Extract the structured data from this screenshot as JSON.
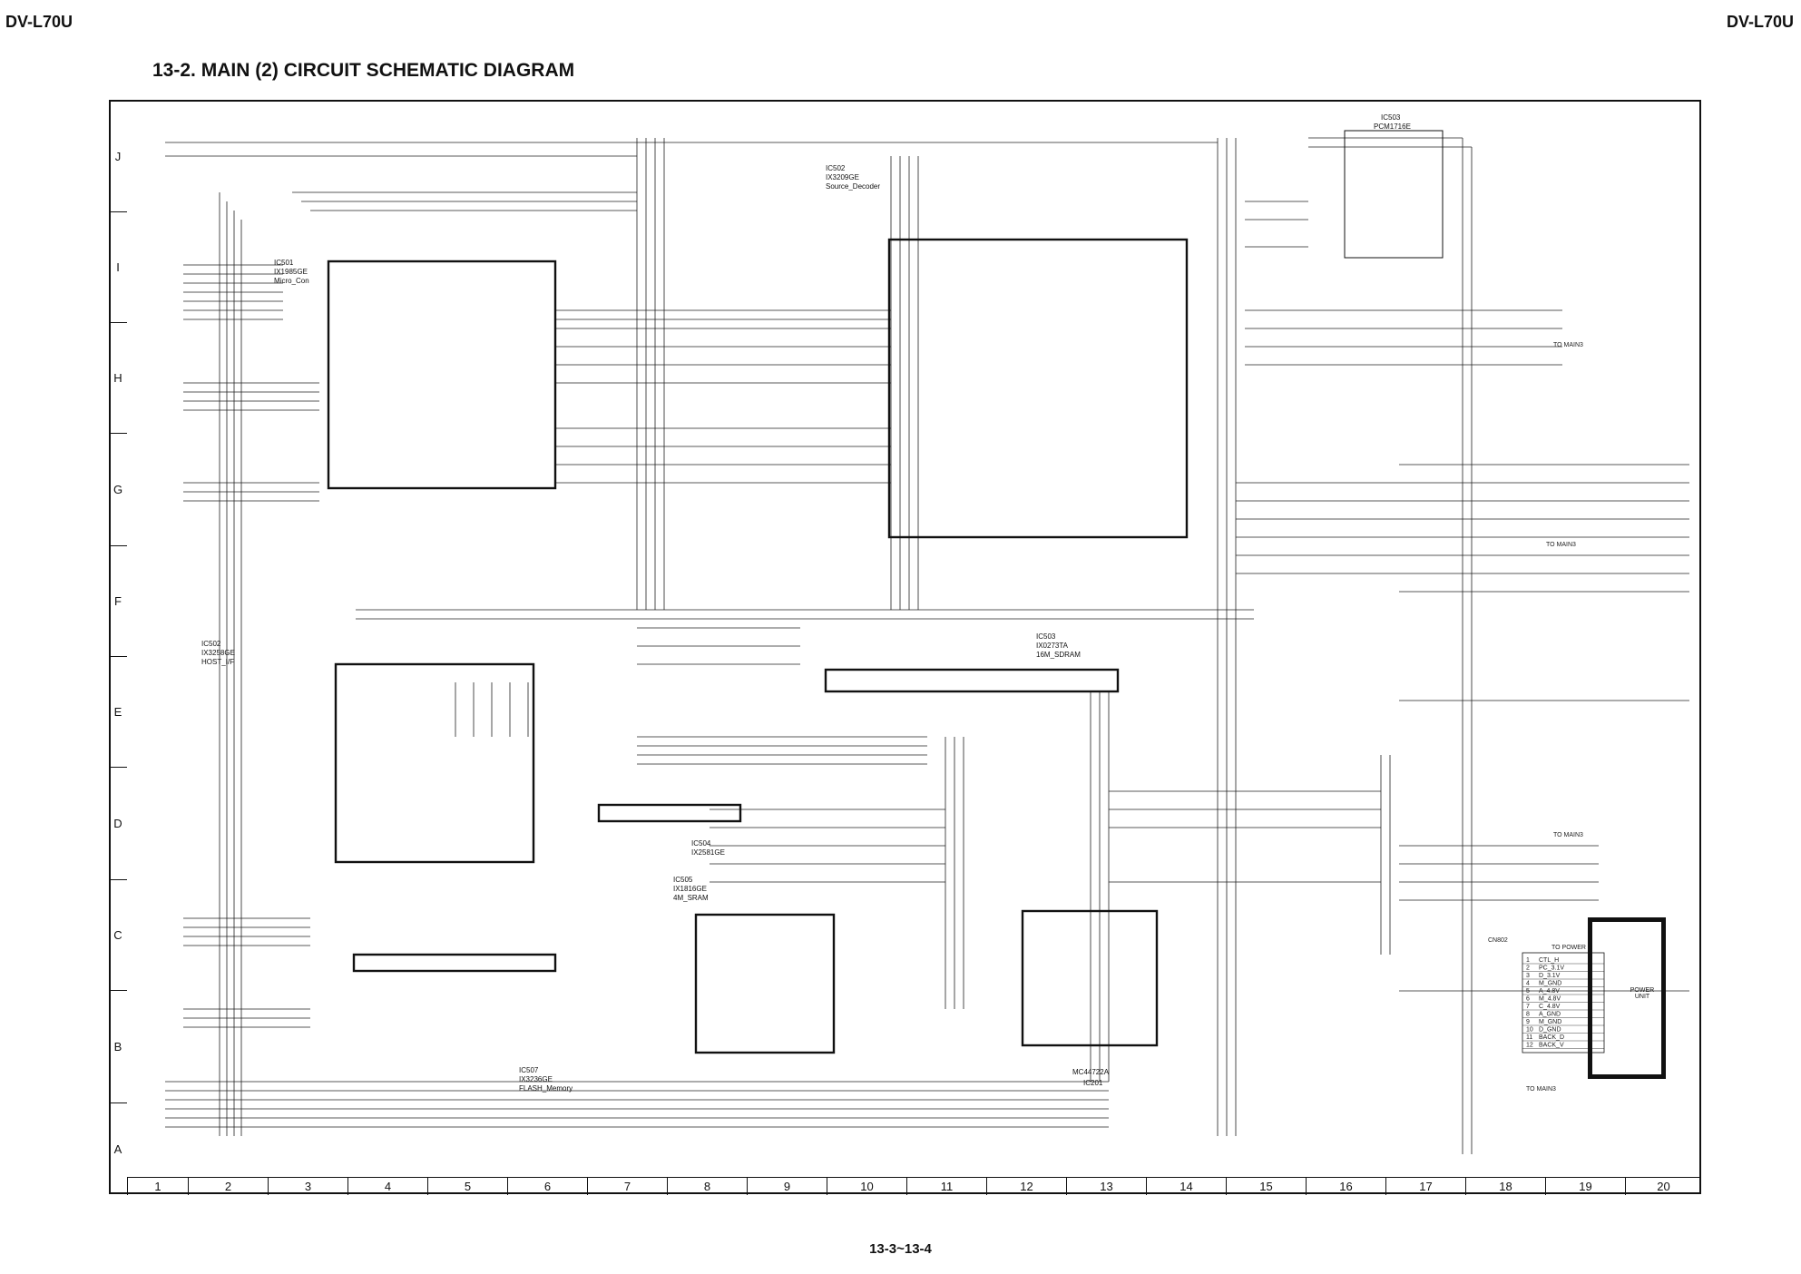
{
  "header": {
    "left": "DV-L70U",
    "right": "DV-L70U"
  },
  "title": "13-2. MAIN (2) CIRCUIT SCHEMATIC DIAGRAM",
  "footer": "13-3~13-4",
  "grid": {
    "rows": [
      "J",
      "I",
      "H",
      "G",
      "F",
      "E",
      "D",
      "C",
      "B",
      "A"
    ],
    "columns": [
      "1",
      "2",
      "3",
      "4",
      "5",
      "6",
      "7",
      "8",
      "9",
      "10",
      "11",
      "12",
      "13",
      "14",
      "15",
      "16",
      "17",
      "18",
      "19",
      "20"
    ]
  },
  "components": [
    {
      "id": "ic501",
      "ref": "IC501",
      "part": "IX1985GE",
      "desc": "Micro_Con"
    },
    {
      "id": "ic502",
      "ref": "IC502",
      "part": "IX3209GE",
      "desc": "Source_Decoder"
    },
    {
      "id": "ic503",
      "ref": "IC503",
      "part": "PCM1716E"
    },
    {
      "id": "ic502b",
      "ref": "IC502",
      "part": "IX3258GE",
      "desc": "HOST_I/F"
    },
    {
      "id": "ic503b",
      "ref": "IC503",
      "part": "IX0273TA",
      "desc": "16M_SDRAM"
    },
    {
      "id": "ic504",
      "ref": "IC504",
      "part": "IX2581GE"
    },
    {
      "id": "ic505",
      "ref": "IC505",
      "part": "IX1816GE",
      "desc": "4M_SRAM"
    },
    {
      "id": "ic201",
      "ref": "IC201",
      "part": "MC44722A"
    },
    {
      "id": "ic507",
      "ref": "IC507",
      "part": "IX3236GE",
      "desc": "FLASH_Memory"
    }
  ],
  "connectors": [
    {
      "id": "main3-top",
      "label": "TO MAIN3"
    },
    {
      "id": "main3-mid",
      "label": "TO MAIN3"
    },
    {
      "id": "main3-low",
      "label": "TO MAIN3"
    },
    {
      "id": "main3-bottom",
      "label": "TO MAIN3"
    },
    {
      "id": "power",
      "label": "TO POWER"
    }
  ],
  "power_connector": {
    "ref": "CN802",
    "title": "TO POWER",
    "unit": "POWER UNIT",
    "pins": [
      {
        "n": "1",
        "sig": "CTL_H"
      },
      {
        "n": "2",
        "sig": "PC_3.1V"
      },
      {
        "n": "3",
        "sig": "D_3.1V"
      },
      {
        "n": "4",
        "sig": "M_GND"
      },
      {
        "n": "5",
        "sig": "A_4.8V"
      },
      {
        "n": "6",
        "sig": "M_4.8V"
      },
      {
        "n": "7",
        "sig": "C_4.8V"
      },
      {
        "n": "8",
        "sig": "A_GND"
      },
      {
        "n": "9",
        "sig": "M_GND"
      },
      {
        "n": "10",
        "sig": "D_GND"
      },
      {
        "n": "11",
        "sig": "BACK_D"
      },
      {
        "n": "12",
        "sig": "BACK_V"
      }
    ]
  }
}
